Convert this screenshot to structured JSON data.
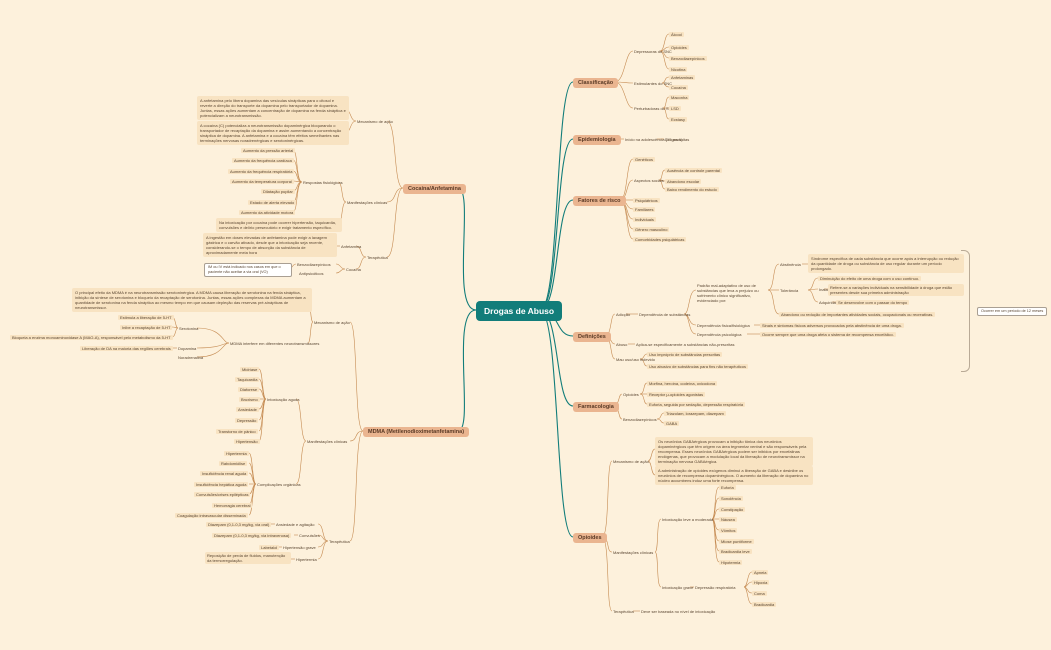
{
  "title": "Drogas de Abuso",
  "colors": {
    "background": "#fdf1dc",
    "center": "#127d7a",
    "main_topic": "#eab590",
    "leaf": "#f8e3c2",
    "line_left": "#c58b52",
    "line_center": "#127d7a"
  },
  "classificacao": {
    "label": "Classificação",
    "depressoras": {
      "label": "Depressoras do SNC",
      "items": [
        "Álcool",
        "Opioides",
        "Benzodiazepínicos",
        "Nicotina"
      ]
    },
    "estimulantes": {
      "label": "Estimulantes do SNC",
      "items": [
        "Anfetaminas",
        "Cocaína"
      ]
    },
    "perturbadoras": {
      "label": "Perturbadoras do SNC",
      "items": [
        "Maconha",
        "LSD",
        "Ecstasy"
      ]
    }
  },
  "epidemiologia": {
    "label": "Epidemiologia",
    "desc": "Início na adolescência (15 anos)",
    "item": "Drogas lícitas"
  },
  "fatores": {
    "label": "Fatores de risco",
    "items": [
      "Genéticos",
      "Aspectos sociais",
      "Psiquiátricos",
      "Familiares",
      "Individuais",
      "Gênero masculino",
      "Comorbidades psiquiátricas"
    ],
    "sociais": [
      "Ausência de controle parental",
      "Abandono escolar",
      "Baixo rendimento do estudo"
    ]
  },
  "definicoes": {
    "label": "Definições",
    "adiccao": "Adicção",
    "dependencia": "Dependência de substâncias",
    "padrao": "Padrão mal-adaptativo de uso de substâncias que leva a prejuízo ou sofrimento clínico significativo, evidenciado por:",
    "abstinencia": "Abstinência",
    "abstinencia_desc": "Síndrome específica de cada substância que ocorre após a interrupção ou redução da quantidade de droga ou substância de uso regular durante um período prolongado.",
    "tolerancia": "Tolerância",
    "tol_diminuicao": "Diminuição do efeito de uma droga com o uso contínuo.",
    "inata": "Inata",
    "inata_desc": "Refere-se a variações individuais na sensibilidade à droga que estão presentes desde sua primeira administração",
    "adquirida": "Adquirida",
    "adquirida_desc": "Se desenvolve com o passar do tempo",
    "abandono": "Abandono ou redução de importantes atividades sociais, ocupacionais ou recreativas.",
    "dep_fisica": "Dependência física/fisiológica",
    "dep_fisica_desc": "Sinais e sintomas físicos adversos provocados pela abstinência de uma droga.",
    "dep_psico": "Dependência psicológica",
    "dep_psico_desc": "Ocorre sempre que uma droga afeta o sistema de recompensa encefálico.",
    "abuso": "Abuso",
    "abuso_desc": "Aplica-se especificamente a substâncias não-prescritas",
    "mau_uso": "Mau uso/uso indevido",
    "mau_uso_items": [
      "Uso impróprio de substâncias prescritas",
      "Uso abusivo de substâncias para fins não terapêuticos"
    ],
    "note": "Ocorrer em um período de 12 meses"
  },
  "farmacologia": {
    "label": "Farmacologia",
    "opioides": {
      "label": "Opioides",
      "items": [
        "Morfina, heroína, codeína, oxicodona",
        "Receptor μ-opioides agonistas",
        "Euforia, seguida por sedação, depressão respiratória"
      ]
    },
    "benzo": {
      "label": "Benzodiazepínicos",
      "items": [
        "Triazolam, lorazepam, diazepam",
        "GABA"
      ]
    }
  },
  "opioides": {
    "label": "Opioides",
    "mecanismo": "Mecanismo de ação",
    "mec1": "Os neurônios GABAérgicos provocam a inibição tônica dos neurônios dopaminérgicos que têm origem na área tegmentar ventral e são responsáveis pela recompensa. Esses neurônios GABAérgicos podem ser inibidos por encefalinas endógenas, que provocam a modulação local da liberação de neurotransmissor na terminação nervosa GABAérgica.",
    "mec2": "A administração de opioides exógenos diminui a liberação de GABA e desinibe os neurônios de recompensa dopaminérgicos. O aumento da liberação de dopamina no núcleo accumbens induz uma forte recompensa.",
    "manifestacoes": "Manifestações clínicas",
    "leve": "Intoxicação leve a moderada",
    "leve_items": [
      "Euforia",
      "Sonolência",
      "Constipação",
      "Náusea",
      "Vômitos",
      "Miose puntiforme",
      "Bradicardia leve",
      "Hipotermia"
    ],
    "grave": "Intoxicação grave",
    "depressao": "Depressão respiratória",
    "grave_items": [
      "Apneia",
      "Hipoxia",
      "Coma",
      "Bradicardia"
    ],
    "terapeutica": "Terapêutica",
    "terapeutica_desc": "Deve ser baseada no nível de intoxicação"
  },
  "cocaina": {
    "label": "Cocaína/Anfetamina",
    "mecanismo": "Mecanismo de ação",
    "mec1": "A anfetamina pelo libera dopamina das vesículas sinápticas para o citosol e reverte a direção do transporte da dopamina pelo transportador de dopamina. Juntas, essas ações aumentam a concentração de dopamina na fenda sináptica e potencializam a neurotransmissão.",
    "mec2": "A cocaína (C) potencializa a neurotransmissão dopaminérgica bloqueando o transportador de recaptação da dopamina e assim aumentando a concentração sináptica de dopamina. A anfetamina e a cocaína têm efeitos semelhantes nas terminações nervosas noradrenérgicas e serotoninérgicas.",
    "manifestacoes": "Manifestações clínicas",
    "respostas": "Respostas fisiológicas",
    "resp_items": [
      "Aumento da pressão arterial",
      "Aumento da frequência cardíaca",
      "Aumento da frequência respiratória",
      "Aumento da temperatura corporal",
      "Dilatação pupilar",
      "Estado de alerta elevado",
      "Aumento da atividade motora"
    ],
    "intoxicacao": "Na intoxicação por cocaína pode ocorrer hipertensão, taquicardia, convulsões e delírio persecutório e exigir tratamento específico.",
    "terapeutica": "Terapêutica",
    "anfetamina": "Anfetamina",
    "anf_desc": "A ingestão em doses elevadas de anfetamina pode exigir a lavagem gástrica e o carvão ativado, desde que a intoxicação seja recente, considerando-se o tempo de absorção da substância de aproximadamente meia hora",
    "cocaina": "Cocaína",
    "benzo": "Benzodiazepínicos",
    "antipsicoticos": "Antipsicóticos",
    "note": "IM ou IV está indicado nos casos em que o paciente não aceitar a via oral (VO)"
  },
  "mdma": {
    "label": "MDMA (Metilenodioximetanfetamina)",
    "mecanismo": "Mecanismo de ação",
    "mec_desc": "O principal efeito da MDMA é na neurotransmissão serotoninérgica. A MDMA causa liberação de serotonina na fenda sináptica, inibição da síntese de serotonina e bloqueio da recaptação de serotonina. Juntas, essas ações complexas da MDMA aumentam a quantidade de serotonina na fenda sináptica ao mesmo tempo em que causam depleção das reservas pré-sinápticas de neurotransmissor.",
    "interfere": "MDMA interfere em diferentes neurotransmissores",
    "serotonina": "Serotonina",
    "ser_items": [
      "Estimula a liberação de 5-HT",
      "Inibe a recaptação de 5-HT",
      "Bloqueia a enzima monoaminoxidase A (MAO-A), responsável pelo metabolismo da 5-HT"
    ],
    "dopamina": "Dopamina",
    "dop_item": "Liberação de DA na maioria das regiões cerebrais",
    "noradrenalina": "Noradrenalina",
    "manifestacoes": "Manifestações clínicas",
    "aguda": "Intoxicação aguda",
    "aguda_items": [
      "Midríase",
      "Taquicardia",
      "Diaforese",
      "Bruxismo",
      "Ansiedade",
      "Depressão",
      "Transtorno de pânico",
      "Hipertensão"
    ],
    "organicas": "Complicações orgânicas",
    "org_items": [
      "Hipertermia",
      "Rabdomiólise",
      "Insuficiência renal aguda",
      "Insuficiência hepática aguda",
      "Convulsões/crises epilépticas",
      "Hemorragia cerebral",
      "Coagulação intravascular disseminada"
    ],
    "terapeutica": "Terapêutica",
    "ansiedade": "Ansiedade e agitação",
    "ans_desc": "Diazepam (0,1-0,3 mg/kg, via oral)",
    "convulsoes": "Convulsões",
    "conv_desc": "Diazepam (0,1-0,3 mg/kg, via intravenosa)",
    "hipert_grave": "Hipertensão grave",
    "hipert_desc": "Labetalol",
    "hipertermia": "Hipertermia",
    "hipertermia_desc": "Reposição de perda de fluidos, manutenção da termorregulação."
  }
}
